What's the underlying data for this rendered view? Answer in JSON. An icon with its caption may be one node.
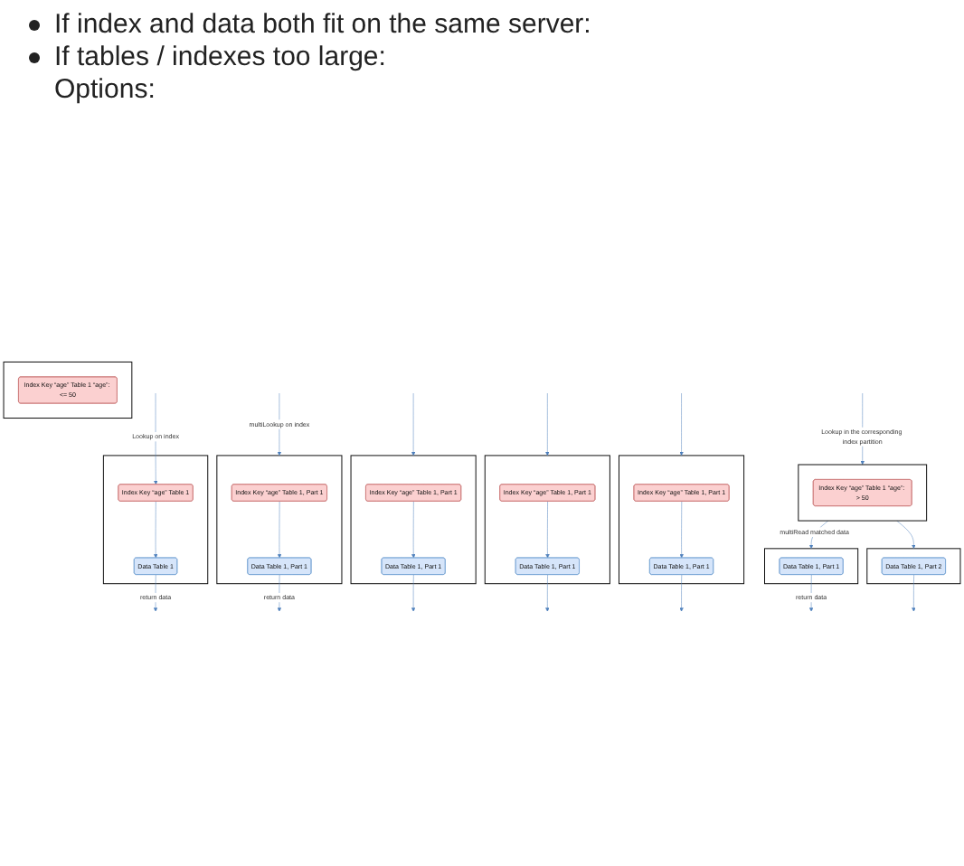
{
  "diagram": {
    "nodes": [
      {
        "text": [],
        "shape": "box"
      },
      {
        "text": [
          "Index Key “age” Table 1"
        ],
        "in": 0
      },
      {
        "text": [
          "Data Table 1"
        ],
        "in": 0
      },
      {
        "text": [],
        "shape": "box"
      },
      {
        "text": [
          "Index Key “age” Table 1, Part 1"
        ],
        "in": 3
      },
      {
        "text": [
          "Data Table 1, Part 1"
        ],
        "in": 3
      },
      {
        "text": [],
        "shape": "box"
      },
      {
        "text": [
          "Index Key “age” Table 1, Part 1"
        ],
        "in": 6
      },
      {
        "text": [
          "Data Table 1, Part 1"
        ],
        "in": 6
      },
      {
        "text": [],
        "shape": "box"
      },
      {
        "text": [
          "Index Key “age” Table 1, Part 1"
        ],
        "in": 9
      },
      {
        "text": [
          "Data Table 1, Part 1"
        ],
        "in": 9
      },
      {
        "text": [],
        "shape": "box"
      },
      {
        "text": [
          "Index Key “age” Table 1, Part 1"
        ],
        "in": 12
      },
      {
        "text": [
          "Data Table 1, Part 1"
        ],
        "in": 12
      },
      {
        "text": [],
        "shape": "box"
      },
      {
        "text": [
          "Index Key “age” Table 1 “age”: <= 50"
        ],
        "in": 15
      },
      {
        "text": [],
        "shape": "box"
      },
      {
        "text": [
          "Index Key “age” Table 1 “age”: > 50"
        ],
        "in": 17
      },
      {
        "text": [],
        "shape": "box"
      },
      {
        "text": [
          "Data Table 1, Part 1"
        ],
        "in": 19
      },
      {
        "text": [],
        "shape": "box"
      },
      {
        "text": [
          "Data Table 1, Part 2"
        ],
        "in": 21
      }
    ],
    "edges": [
      {
        "from": null,
        "to": 1,
        "arrow": "to",
        "label": "Lookup on index"
      },
      {
        "from": 1,
        "to": 2,
        "arrow": "to"
      },
      {
        "from": 2,
        "to": null,
        "arrow": "to",
        "label": "return data"
      },
      {
        "from": null,
        "to": 3,
        "arrow": "to",
        "label": "multiLookup on index"
      },
      {
        "from": null,
        "to": 6,
        "arrow": "to"
      },
      {
        "from": null,
        "to": 9,
        "arrow": "to"
      },
      {
        "from": null,
        "to": 12,
        "arrow": "to"
      },
      {
        "from": 4,
        "to": 5,
        "arrow": "to"
      },
      {
        "from": 7,
        "to": 8,
        "arrow": "to"
      },
      {
        "from": 10,
        "to": 11,
        "arrow": "to"
      },
      {
        "from": 13,
        "to": 14,
        "arrow": "to"
      },
      {
        "from": 5,
        "to": null,
        "arrow": "to",
        "label": "return data"
      },
      {
        "from": 8,
        "to": null,
        "arrow": "to"
      },
      {
        "from": 11,
        "to": null,
        "arrow": "to"
      },
      {
        "from": 14,
        "to": null,
        "arrow": "to"
      },
      {
        "from": null,
        "to": 17,
        "arrow": "to",
        "label": "Lookup in the corresponding index partition"
      },
      {
        "from": 17,
        "to": 19,
        "arrow": "to",
        "label": "multiRead matched data"
      },
      {
        "from": 17,
        "to": 21,
        "arrow": "to"
      },
      {
        "from": 20,
        "to": null,
        "arrow": "to",
        "label": "return data"
      },
      {
        "from": 22,
        "to": null,
        "arrow": "to"
      }
    ],
    "labels": [
      "If index and data both fit on the same server:",
      "If tables / indexes too large:",
      "Options:"
    ]
  }
}
